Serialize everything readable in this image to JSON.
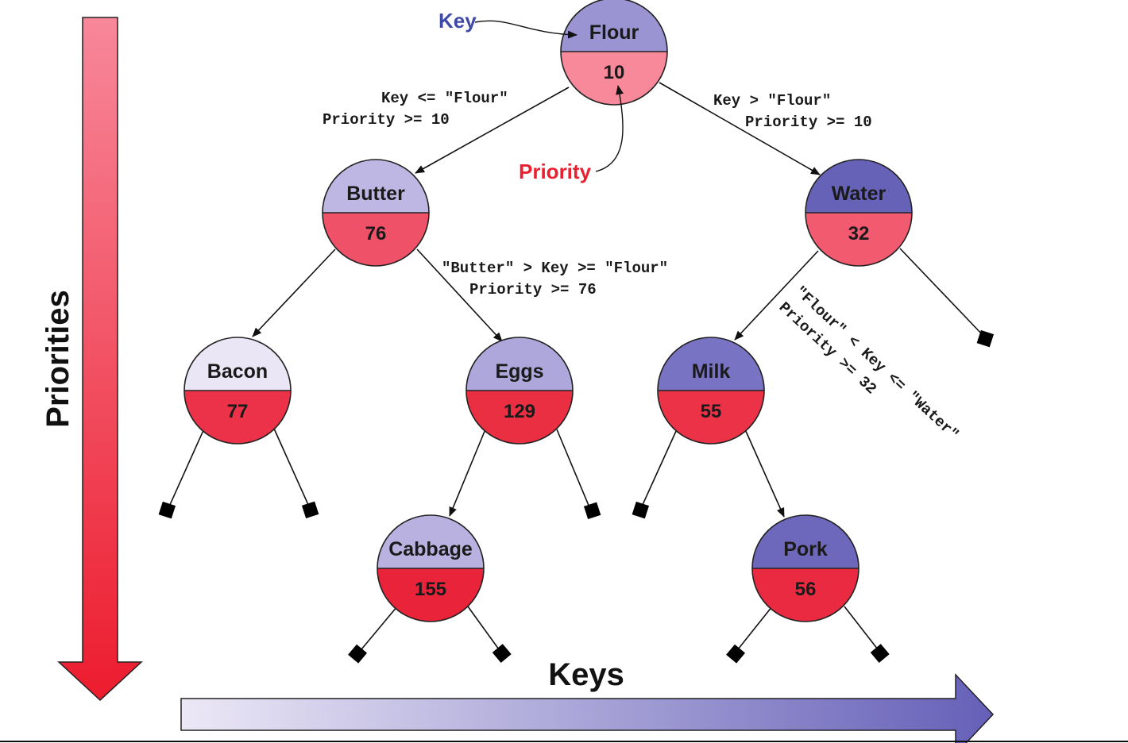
{
  "colors": {
    "priority_arrow_top": "#f7889a",
    "priority_arrow_bottom": "#ec1c2e",
    "keys_arrow_left": "#ece8f6",
    "keys_arrow_right": "#6560b8",
    "callout_key": "#3f4aa8",
    "callout_priority": "#e8202f"
  },
  "axes": {
    "priorities_label": "Priorities",
    "keys_label": "Keys"
  },
  "callouts": {
    "key_label": "Key",
    "priority_label": "Priority"
  },
  "nodes": [
    {
      "id": "flour",
      "key": "Flour",
      "priority": "10",
      "key_color": "#9a94d2",
      "priority_color": "#f7899a"
    },
    {
      "id": "butter",
      "key": "Butter",
      "priority": "76",
      "key_color": "#beb7e3",
      "priority_color": "#ef5268"
    },
    {
      "id": "water",
      "key": "Water",
      "priority": "32",
      "key_color": "#6662b8",
      "priority_color": "#f25a70"
    },
    {
      "id": "bacon",
      "key": "Bacon",
      "priority": "77",
      "key_color": "#ebe6f5",
      "priority_color": "#ec3248"
    },
    {
      "id": "eggs",
      "key": "Eggs",
      "priority": "129",
      "key_color": "#aea7db",
      "priority_color": "#ea2f43"
    },
    {
      "id": "milk",
      "key": "Milk",
      "priority": "55",
      "key_color": "#7873c2",
      "priority_color": "#ec3247"
    },
    {
      "id": "cabbage",
      "key": "Cabbage",
      "priority": "155",
      "key_color": "#b9b2e0",
      "priority_color": "#e9243a"
    },
    {
      "id": "pork",
      "key": "Pork",
      "priority": "56",
      "key_color": "#6d68bc",
      "priority_color": "#ea2a40"
    }
  ],
  "conditions": {
    "flour_left_key": "Key <= \"Flour\"",
    "flour_left_priority": "Priority >= 10",
    "flour_right_key": "Key > \"Flour\"",
    "flour_right_priority": "Priority >= 10",
    "butter_right_key": "\"Butter\" > Key >= \"Flour\"",
    "butter_right_priority": "Priority >= 76",
    "water_left_key": "\"Flour\" < Key <= \"Water\"",
    "water_left_priority": "Priority >= 32"
  }
}
